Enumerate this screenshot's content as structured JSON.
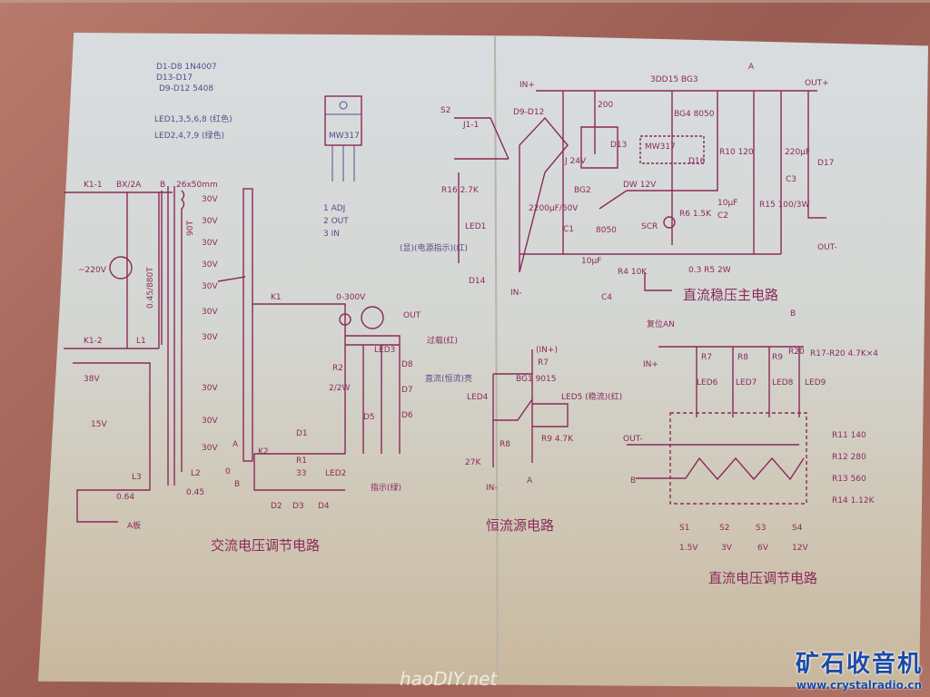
{
  "notes": {
    "diodes1": "D1-D8 1N4007",
    "diodes2": "D13-D17",
    "diodes3": "D9-D12 5408",
    "leds_red": "LED1,3,5,6,8 (红色)",
    "leds_green": "LED2,4,7,9 (绿色)"
  },
  "regulator": {
    "name": "MW317",
    "pin1": "1 ADJ",
    "pin2": "2 OUT",
    "pin3": "3 IN"
  },
  "ac_circuit": {
    "title": "交流电压调节电路",
    "k1_1": "K1-1",
    "fuse": "BX/2A",
    "mains": "~220V",
    "k1_2": "K1-2",
    "l1": "L1",
    "primary": "0.45/880T",
    "core": "B",
    "core_size": "26x50mm",
    "taps": [
      "30V",
      "30V",
      "30V",
      "30V",
      "30V",
      "30V",
      "30V",
      "30V",
      "30V",
      "30V"
    ],
    "tap_turns": "90T",
    "k1": "K1",
    "range": "0-300V",
    "out": "OUT",
    "overload": "过载(红)",
    "v38": "38V",
    "v15": "15V",
    "l3": "L3",
    "l2": "L2",
    "wire1": "0.45",
    "wire2": "0.64",
    "a_board": "A板",
    "k2": "K2",
    "r1": "R1",
    "r1v": "33",
    "r2": "R2",
    "r2v": "2/2W",
    "d1": "D1",
    "d2": "D2",
    "d3": "D3",
    "d4": "D4",
    "d5": "D5",
    "d6": "D6",
    "d7": "D7",
    "d8": "D8",
    "led2": "LED2",
    "led3": "LED3",
    "power_led": "指示(绿)",
    "tapA": "A",
    "tapB": "B",
    "tap0": "0"
  },
  "main_circuit": {
    "title": "直流稳压主电路",
    "in_plus": "IN+",
    "in_minus": "IN-",
    "bridge": "D9-D12",
    "c1": "C1",
    "c1v": "2200μF/50V",
    "r200": "200",
    "relay": "J 24V",
    "d13": "D13",
    "bg1": "3DD15 BG3",
    "bg4": "BG4 8050",
    "bg2": "BG2",
    "bg2t": "8050",
    "dw": "DW 12V",
    "scr": "SCR",
    "r6": "R6 1.5K",
    "c2": "C2",
    "c2v": "10μF",
    "r10": "R10 120",
    "d16": "D16",
    "mw": "MW317",
    "r5": "0.3 R5 2W",
    "r4": "R4 10K",
    "c4": "C4",
    "c4v": "10μF",
    "reset": "复位AN",
    "r15": "R15 100/3W",
    "c3": "C3",
    "c3v": "220μF",
    "d17": "D17",
    "out_plus": "OUT+",
    "out_minus": "OUT-",
    "labelA": "A",
    "labelB": "B",
    "r16": "R16 2.7K",
    "led1": "LED1",
    "d14": "D14",
    "s2": "S2",
    "j1": "J1-1",
    "note": "(显)(电源指示)(红)"
  },
  "cc_circuit": {
    "title": "恒流源电路",
    "in_plus": "(IN+)",
    "r7": "R7",
    "r8": "R8",
    "r8v": "27K",
    "bg1": "BG1 9015",
    "led4": "LED4",
    "led5": "LED5 (稳流)(红)",
    "r9": "R9 4.7K",
    "label": "直流(恒流)亮",
    "in_minus": "IN-",
    "a": "A"
  },
  "dc_circuit": {
    "title": "直流电压调节电路",
    "in_plus": "IN+",
    "resistors": [
      "R7",
      "R8",
      "R9",
      "R20"
    ],
    "res_note": "R17-R20 4.7K×4",
    "leds": [
      "LED6",
      "LED7",
      "LED8",
      "LED9"
    ],
    "out_minus": "OUT-",
    "b": "B",
    "rvals": [
      "R11 140",
      "R12 280",
      "R13 560",
      "R14 1.12K"
    ],
    "switches": [
      "S1",
      "S2",
      "S3",
      "S4"
    ],
    "volts": [
      "1.5V",
      "3V",
      "6V",
      "12V"
    ],
    "labelB": "B"
  },
  "watermark": {
    "brand": "矿石收音机",
    "url": "www.crystalradio.cn",
    "site": "haoDIY.net"
  }
}
